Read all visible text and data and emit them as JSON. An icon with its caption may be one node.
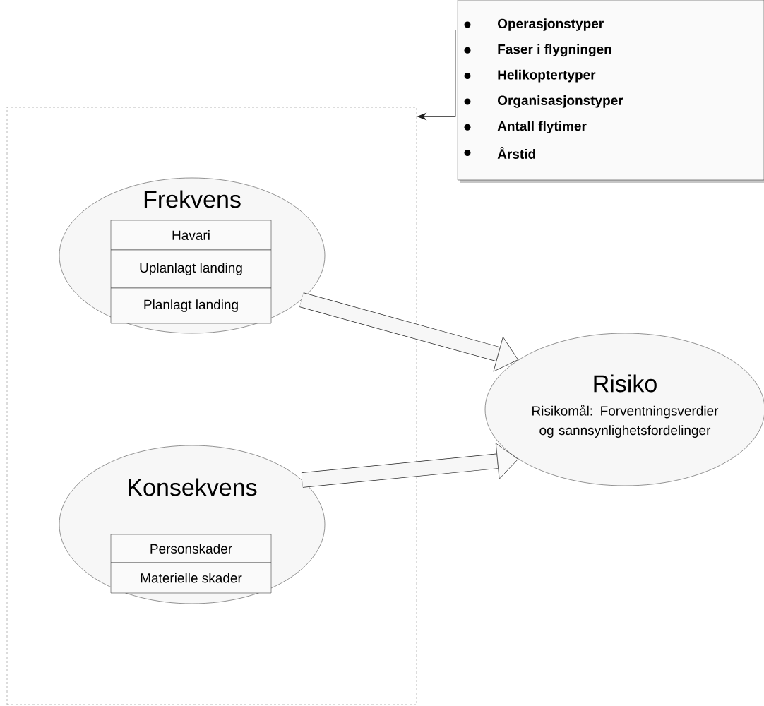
{
  "diagram": {
    "nodes": [
      {
        "text": [],
        "shape": "box"
      },
      {
        "text": [
          "Frekvens"
        ],
        "in": 0
      },
      {
        "text": [
          "Havari"
        ],
        "in": 1
      },
      {
        "text": [
          "Uplanlagt landing"
        ],
        "in": 1
      },
      {
        "text": [
          "Planlagt landing"
        ],
        "in": 1
      },
      {
        "text": [
          "Konsekvens"
        ],
        "in": 0
      },
      {
        "text": [
          "Personskader"
        ],
        "in": 5
      },
      {
        "text": [
          "Materielle skader"
        ],
        "in": 5
      },
      {
        "text": [
          "Risiko",
          "Risikomål: Forventningsverdier og sannsynlighetsfordelinger"
        ]
      },
      {
        "text": [
          "Operasjonstyper",
          "Faser i flygningen",
          "Helikoptertyper",
          "Organisasjonstyper",
          "Antall flytimer",
          "Årstid"
        ]
      }
    ],
    "edges": [
      {
        "from": 9,
        "to": 0,
        "arrow": "to"
      },
      {
        "from": 1,
        "to": 8,
        "arrow": "to"
      },
      {
        "from": 5,
        "to": 8,
        "arrow": "to"
      }
    ]
  }
}
